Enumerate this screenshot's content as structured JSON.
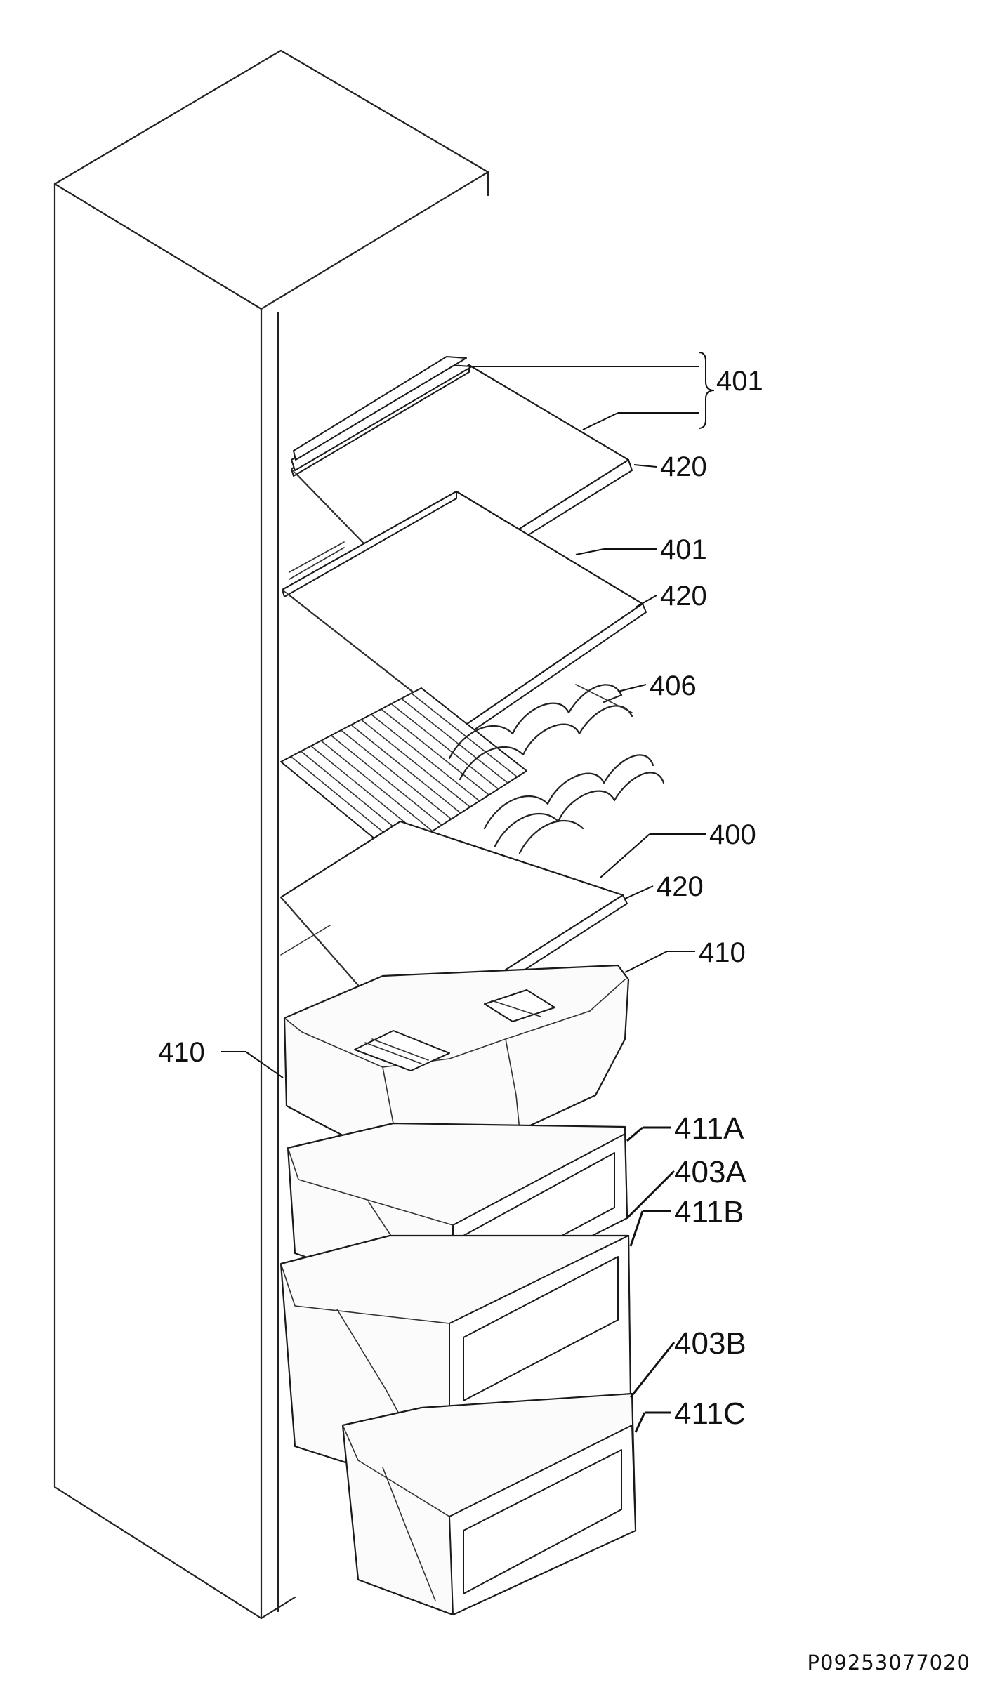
{
  "drawing_code": "P09253077020",
  "callouts": {
    "c401_top": "401",
    "c420_a": "420",
    "c401_b": "401",
    "c420_b": "420",
    "c406": "406",
    "c400": "400",
    "c420_c": "420",
    "c410_right": "410",
    "c410_left": "410",
    "c411A": "411A",
    "c403A": "403A",
    "c411B": "411B",
    "c403B": "403B",
    "c411C": "411C"
  }
}
